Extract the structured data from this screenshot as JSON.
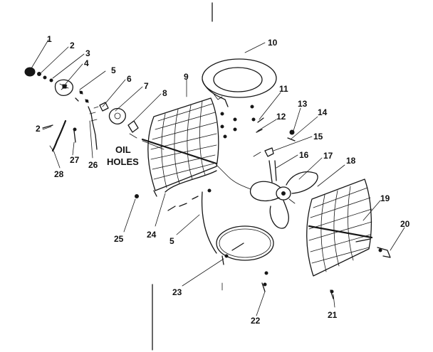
{
  "diagram": {
    "callouts": [
      {
        "id": "c1",
        "label": "1"
      },
      {
        "id": "c2",
        "label": "2"
      },
      {
        "id": "c3",
        "label": "3"
      },
      {
        "id": "c4",
        "label": "4"
      },
      {
        "id": "c5",
        "label": "5"
      },
      {
        "id": "c6",
        "label": "6"
      },
      {
        "id": "c7",
        "label": "7"
      },
      {
        "id": "c8",
        "label": "8"
      },
      {
        "id": "c9",
        "label": "9"
      },
      {
        "id": "c10",
        "label": "10"
      },
      {
        "id": "c11",
        "label": "11"
      },
      {
        "id": "c12",
        "label": "12"
      },
      {
        "id": "c13",
        "label": "13"
      },
      {
        "id": "c14",
        "label": "14"
      },
      {
        "id": "c15",
        "label": "15"
      },
      {
        "id": "c16",
        "label": "16"
      },
      {
        "id": "c17",
        "label": "17"
      },
      {
        "id": "c18",
        "label": "18"
      },
      {
        "id": "c19",
        "label": "19"
      },
      {
        "id": "c20",
        "label": "20"
      },
      {
        "id": "c21",
        "label": "21"
      },
      {
        "id": "c22",
        "label": "22"
      },
      {
        "id": "c23",
        "label": "23"
      },
      {
        "id": "c24",
        "label": "24"
      },
      {
        "id": "c25",
        "label": "25"
      },
      {
        "id": "c26",
        "label": "26"
      },
      {
        "id": "c27",
        "label": "27"
      },
      {
        "id": "c28",
        "label": "28"
      },
      {
        "id": "c2b",
        "label": "2"
      },
      {
        "id": "c5b",
        "label": "5"
      }
    ],
    "annotation": {
      "line1": "OIL",
      "line2": "HOLES"
    }
  }
}
